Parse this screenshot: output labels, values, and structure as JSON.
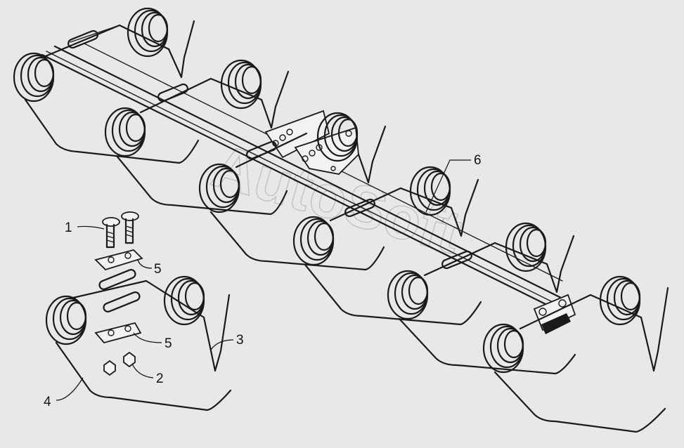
{
  "watermark": "AutoSoft",
  "callouts": [
    {
      "id": "1",
      "label": "1"
    },
    {
      "id": "2",
      "label": "2"
    },
    {
      "id": "3",
      "label": "3"
    },
    {
      "id": "4",
      "label": "4"
    },
    {
      "id": "5a",
      "label": "5"
    },
    {
      "id": "5b",
      "label": "5"
    },
    {
      "id": "6",
      "label": "6"
    }
  ]
}
